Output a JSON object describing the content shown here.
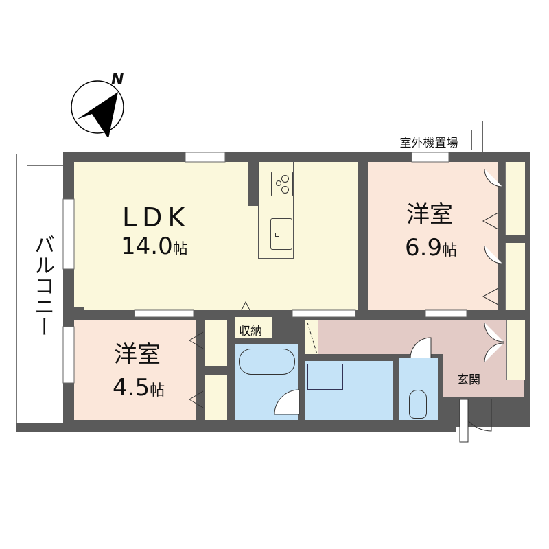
{
  "compass": {
    "icon": "north-arrow-icon",
    "label": "N"
  },
  "outdoor_unit": {
    "label": "室外機置場"
  },
  "balcony": {
    "label": "バルコニー"
  },
  "rooms": {
    "ldk": {
      "name": "LDK",
      "size": "14.0",
      "unit": "帖",
      "color": "#fbf8dc"
    },
    "western_large": {
      "name": "洋室",
      "size": "6.9",
      "unit": "帖",
      "color": "#fbe7da"
    },
    "western_small": {
      "name": "洋室",
      "size": "4.5",
      "unit": "帖",
      "color": "#fbe7da"
    },
    "storage": {
      "name": "収納"
    },
    "entrance": {
      "name": "玄関",
      "color": "#e3cbc6"
    },
    "bathroom": {
      "color": "#c5e3f7"
    },
    "washroom": {
      "color": "#c5e3f7"
    },
    "toilet": {
      "color": "#c5e3f7"
    },
    "hallway": {
      "color": "#e3cbc6"
    },
    "closet": {
      "color": "#fbf8dc"
    }
  },
  "colors": {
    "wall": "#5a5a5a",
    "line": "#333333"
  }
}
